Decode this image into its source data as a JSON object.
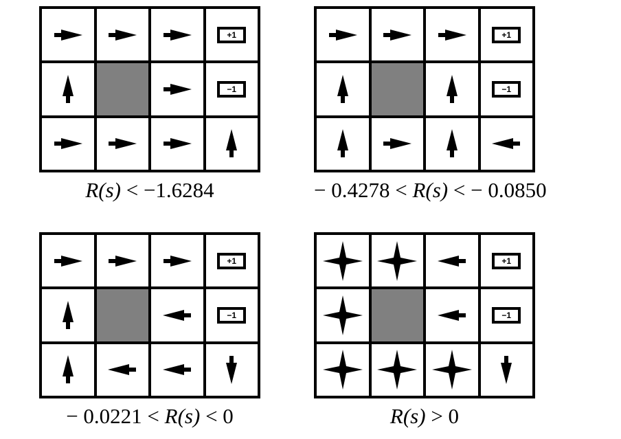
{
  "figure": {
    "description": "Optimal policies in the 4x3 grid world for different ranges of the per-state reward R(s)",
    "panels": [
      {
        "id": "panel-1",
        "caption_parts": [
          "",
          "R(s)",
          " < −1.6284"
        ],
        "caption": "R(s) < −1.6284",
        "policy": [
          [
            "right",
            "right",
            "right",
            "+1"
          ],
          [
            "up",
            "wall",
            "right",
            "-1"
          ],
          [
            "right",
            "right",
            "right",
            "up"
          ]
        ]
      },
      {
        "id": "panel-2",
        "caption_parts": [
          "− 0.4278 < ",
          "R(s)",
          " < − 0.0850"
        ],
        "caption": "− 0.4278 < R(s) < − 0.0850",
        "policy": [
          [
            "right",
            "right",
            "right",
            "+1"
          ],
          [
            "up",
            "wall",
            "up",
            "-1"
          ],
          [
            "up",
            "right",
            "up",
            "left"
          ]
        ]
      },
      {
        "id": "panel-3",
        "caption_parts": [
          "− 0.0221 < ",
          "R(s)",
          " < 0"
        ],
        "caption": "− 0.0221 < R(s) < 0",
        "policy": [
          [
            "right",
            "right",
            "right",
            "+1"
          ],
          [
            "up",
            "wall",
            "left",
            "-1"
          ],
          [
            "up",
            "left",
            "left",
            "down"
          ]
        ]
      },
      {
        "id": "panel-4",
        "caption_parts": [
          "",
          "R(s)",
          " > 0"
        ],
        "caption": "R(s) > 0",
        "policy": [
          [
            "any",
            "any",
            "left",
            "+1"
          ],
          [
            "any",
            "wall",
            "left",
            "-1"
          ],
          [
            "any",
            "any",
            "any",
            "down"
          ]
        ]
      }
    ],
    "terminal_labels": {
      "plus": "+1",
      "minus": "−1"
    },
    "colors": {
      "wall": "#808080",
      "line": "#000000",
      "background": "#ffffff"
    }
  }
}
